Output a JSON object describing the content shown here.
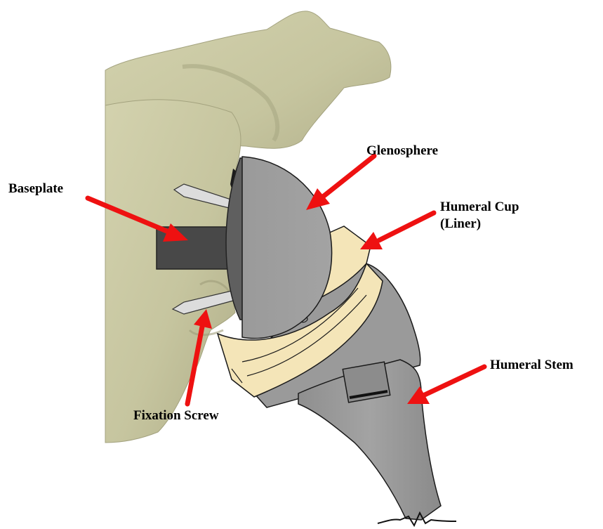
{
  "labels": {
    "glenosphere": "Glenosphere",
    "baseplate": "Baseplate",
    "humeral_cup_line1": "Humeral Cup",
    "humeral_cup_line2": "(Liner)",
    "humeral_stem": "Humeral Stem",
    "fixation_screw": "Fixation Screw"
  },
  "colors": {
    "bone": "#c9c8a2",
    "bone_shadow": "#a9a883",
    "glenosphere": "#999999",
    "glenosphere_dark": "#6e6e6e",
    "baseplate": "#4a4a4a",
    "liner": "#f3e4b6",
    "stem": "#9c9c9c",
    "stem_dark": "#7d7d7d",
    "screw": "#d8d8d8",
    "arrow": "#ee1111",
    "outline": "#1a1a1a"
  }
}
